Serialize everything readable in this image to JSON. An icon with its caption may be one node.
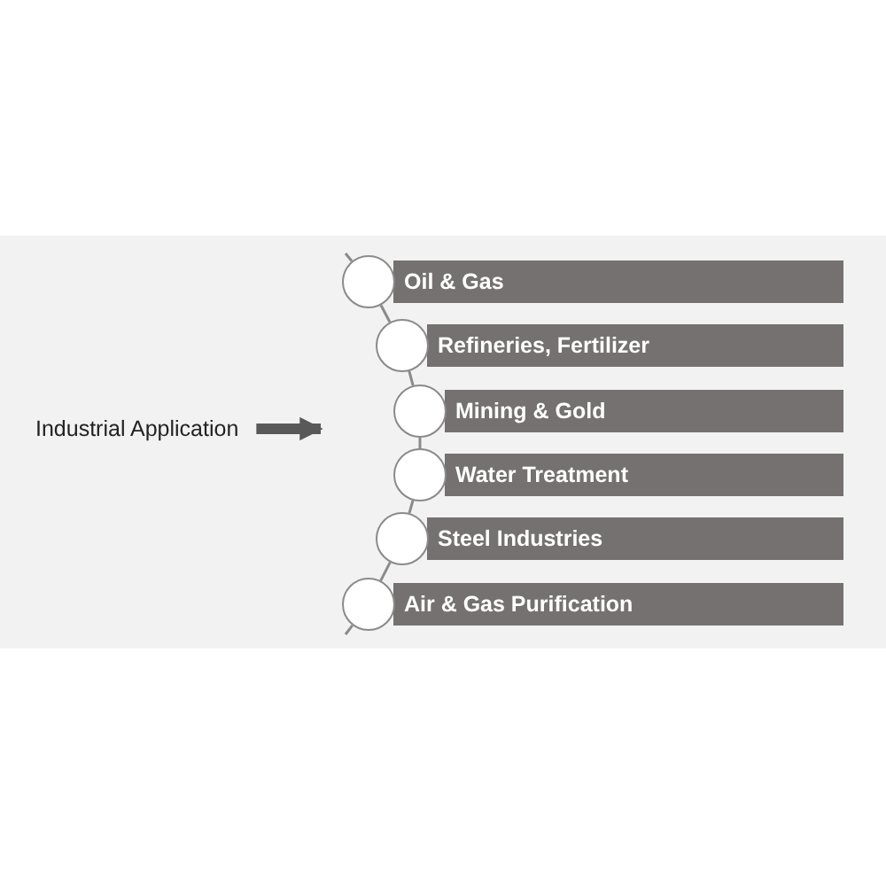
{
  "diagram": {
    "nodes": [
      {
        "text": [
          "Industrial Application"
        ]
      },
      {
        "text": [],
        "shape": "circle"
      },
      {
        "text": [
          "Oil & Gas"
        ]
      },
      {
        "text": [],
        "shape": "circle"
      },
      {
        "text": [
          "Refineries, Fertilizer"
        ]
      },
      {
        "text": [],
        "shape": "circle"
      },
      {
        "text": [
          "Mining & Gold"
        ]
      },
      {
        "text": [],
        "shape": "circle"
      },
      {
        "text": [
          "Water Treatment"
        ]
      },
      {
        "text": [],
        "shape": "circle"
      },
      {
        "text": [
          "Steel Industries"
        ]
      },
      {
        "text": [],
        "shape": "circle"
      },
      {
        "text": [
          "Air & Gas Purification"
        ]
      }
    ],
    "edges": [
      {
        "from": 0,
        "to": null,
        "arrow": "to",
        "style": "thick"
      },
      {
        "from": null,
        "to": 1,
        "arrow": "none"
      },
      {
        "from": 1,
        "to": 3,
        "arrow": "none"
      },
      {
        "from": 3,
        "to": 5,
        "arrow": "none"
      },
      {
        "from": 5,
        "to": 7,
        "arrow": "none"
      },
      {
        "from": 7,
        "to": 9,
        "arrow": "none"
      },
      {
        "from": 9,
        "to": 11,
        "arrow": "none"
      },
      {
        "from": 11,
        "to": null,
        "arrow": "none"
      }
    ]
  }
}
